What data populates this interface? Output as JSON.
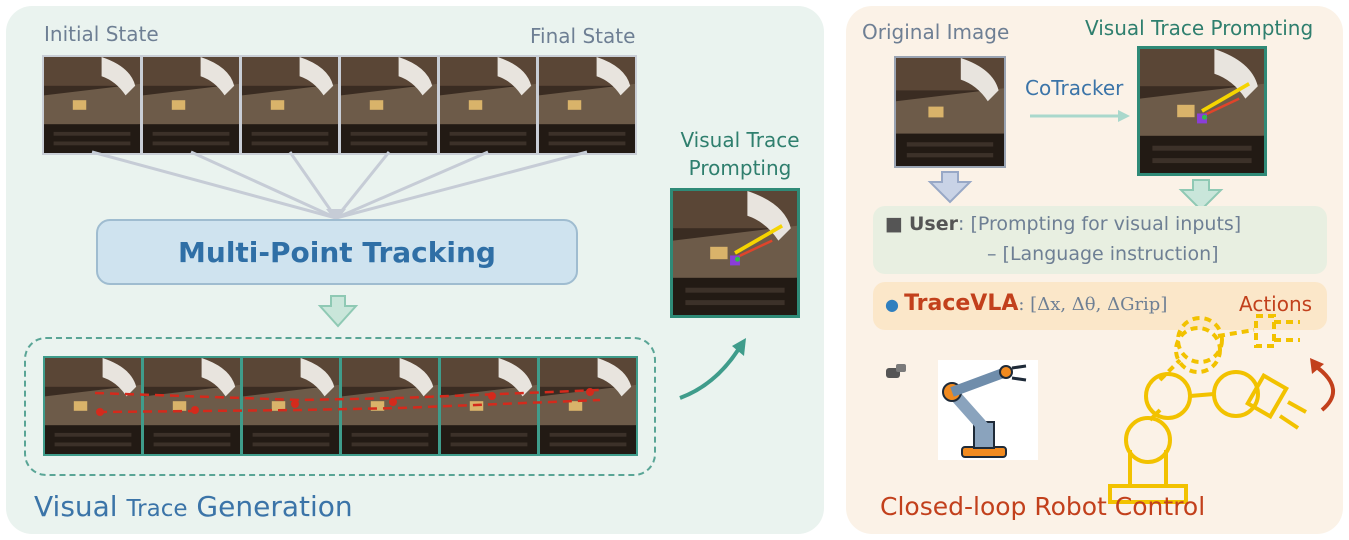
{
  "left": {
    "initial_state": "Initial State",
    "final_state": "Final State",
    "tracking_label": "Multi-Point Tracking",
    "generation_title_a": "Visual",
    "generation_title_b": "Trace",
    "generation_title_c": "Generation",
    "vtp_line1": "Visual Trace",
    "vtp_line2": "Prompting"
  },
  "right": {
    "original_image": "Original Image",
    "visual_trace_prompting": "Visual Trace Prompting",
    "cotracker": "CoTracker",
    "user_label": "User",
    "user_text1": ": [Prompting for visual inputs]",
    "user_text2": "– [Language instruction]",
    "tracevla_label": "TraceVLA",
    "tracevla_formula": ": [Δx, Δθ, ΔGrip]",
    "actions": "Actions",
    "closed_loop": "Closed-loop Robot Control"
  },
  "colors": {
    "left_bg": "#eaf3ef",
    "right_bg": "#fbf2e7",
    "teal": "#2f8a77",
    "blue": "#3b74a8",
    "red": "#c2401c",
    "yellow": "#f2c200"
  }
}
